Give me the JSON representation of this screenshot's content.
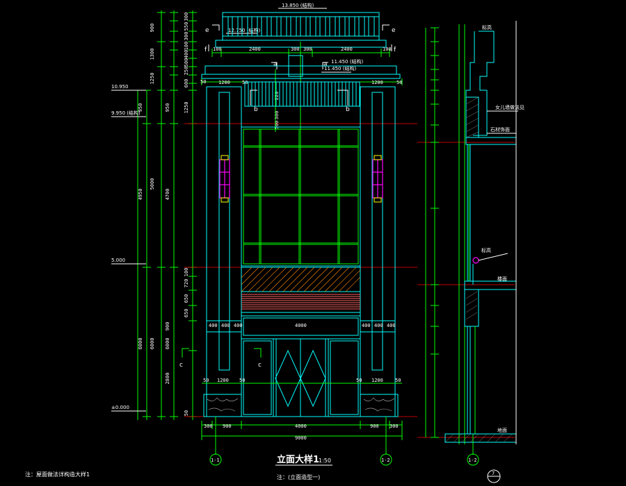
{
  "drawing": {
    "title": "立面大样1",
    "scale": "1:50",
    "subtitle": "注：(立面造型一)",
    "note": "注：屋面做法详构造大样1",
    "axis_left": "1-1",
    "axis_right": "1-2",
    "section_axis": "1-2",
    "detail_symbol": "7"
  },
  "levels": {
    "top": "13.850 (结构)",
    "l1": "12.750 (结构)",
    "l2": "11.450 (结构)",
    "l3": "10.950",
    "l4": "9.950 (结构)",
    "l5": "5.000",
    "l6": "±0.000"
  },
  "section_marks": {
    "e": "e",
    "f": "f",
    "a": "a",
    "b": "b",
    "c": "c"
  },
  "dims_left_outer": [
    "900",
    "1300",
    "1250",
    "5000",
    "6000"
  ],
  "dims_left_mid": [
    "300",
    "550",
    "300",
    "100",
    "400",
    "500",
    "250",
    "950",
    "4950",
    "6000"
  ],
  "dims_left_inner": [
    "100",
    "100",
    "250",
    "250",
    "350",
    "600",
    "1250",
    "4700",
    "100",
    "720",
    "650",
    "650",
    "900",
    "2800",
    "50"
  ],
  "dims_top": [
    "100",
    "2400",
    "300",
    "300",
    "2400",
    "100"
  ],
  "dims_cornice": [
    "50",
    "1200",
    "50",
    "1200",
    "50"
  ],
  "dims_mid": [
    "400",
    "400",
    "400",
    "4000",
    "400",
    "400",
    "400"
  ],
  "dims_base": [
    "50",
    "1200",
    "50",
    "50",
    "1200",
    "50"
  ],
  "dims_bottom": [
    "300",
    "900",
    "4000",
    "900",
    "300"
  ],
  "dims_total": "9000",
  "dims_center_small": [
    "220",
    "300",
    "500"
  ],
  "section_labels": {
    "roof_note": "女儿墙做法见",
    "side_note": "石材饰面",
    "floor_label": "楼面",
    "ground_label": "地面",
    "level_tag": "标高"
  }
}
